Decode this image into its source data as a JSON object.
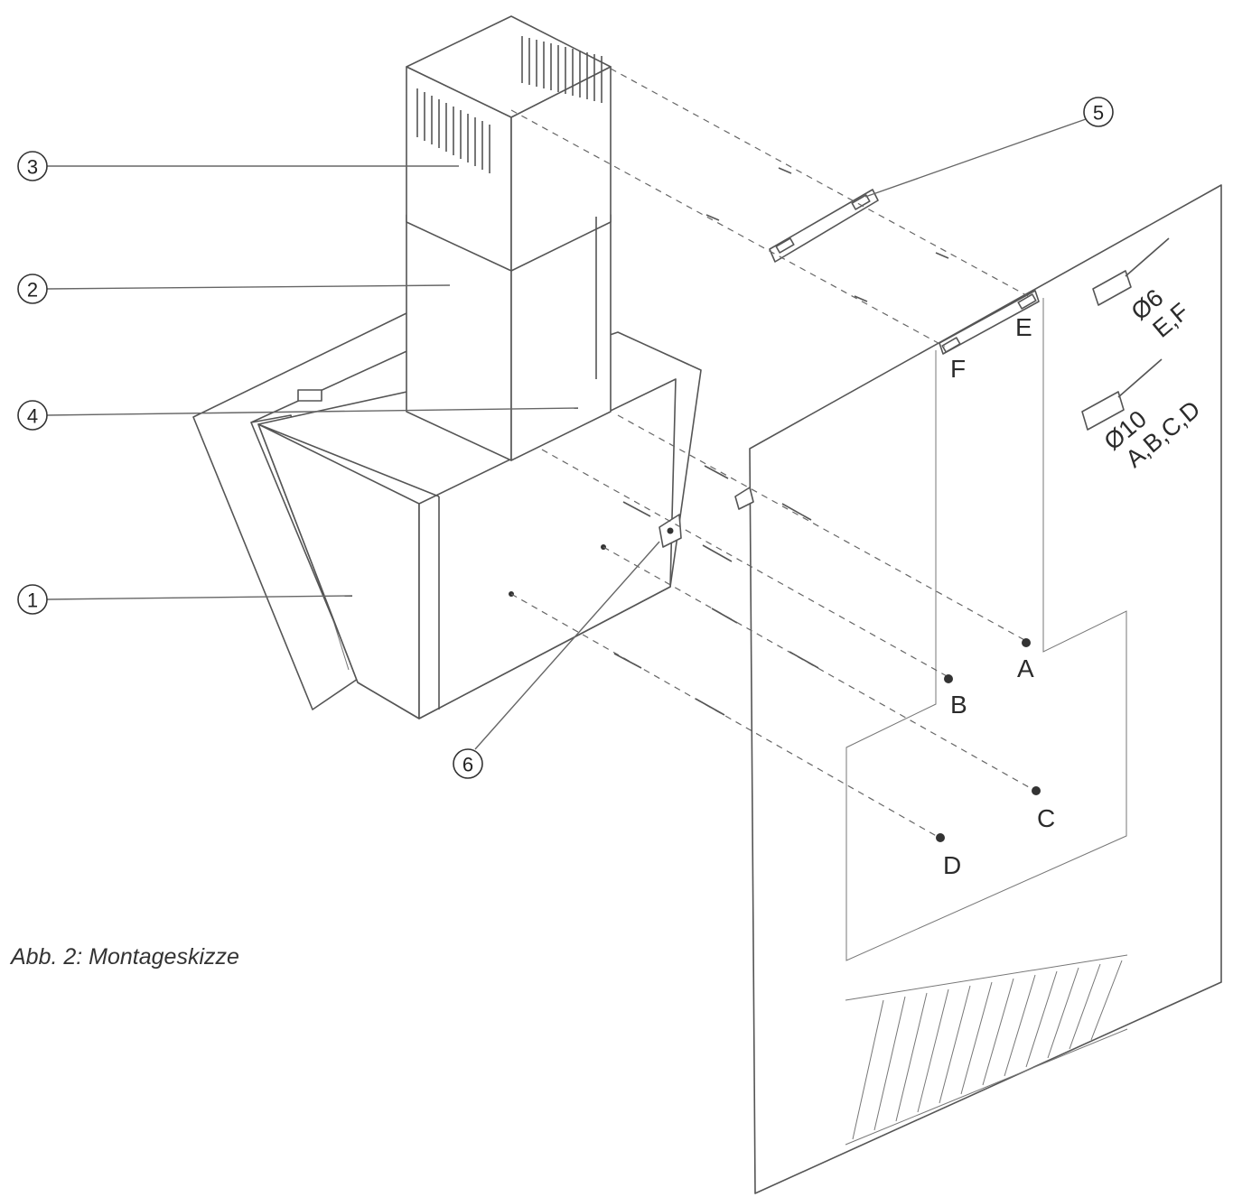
{
  "caption": "Abb. 2: Montageskizze",
  "part_numbers": [
    "1",
    "2",
    "3",
    "4",
    "5",
    "6"
  ],
  "hole_labels": {
    "a": "A",
    "b": "B",
    "c": "C",
    "d": "D",
    "e": "E",
    "f": "F"
  },
  "drill_notes": {
    "small_diameter": "Ø6",
    "small_holes": "E,F",
    "large_diameter": "Ø10",
    "large_holes": "A,B,C,D"
  }
}
